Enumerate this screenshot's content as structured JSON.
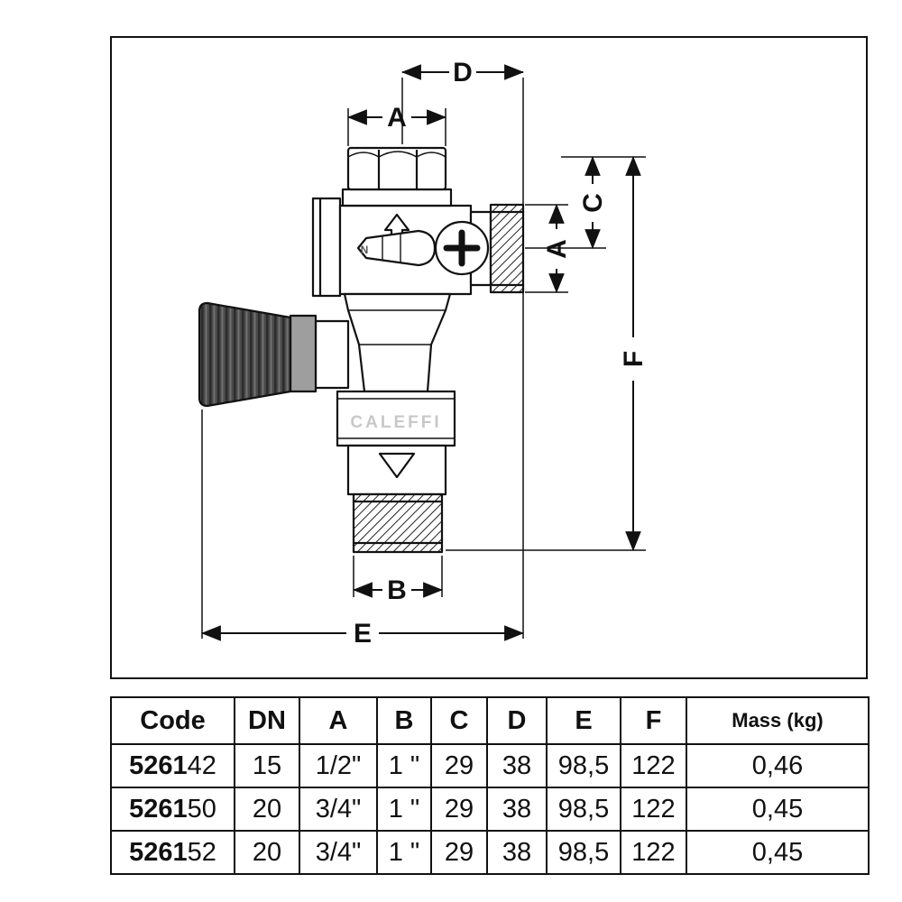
{
  "diagram": {
    "brand": "CALEFFI",
    "lever_mark": "N",
    "dims": {
      "a_top": "A",
      "a_side": "A",
      "b": "B",
      "c": "C",
      "d": "D",
      "e": "E",
      "f": "F"
    }
  },
  "table": {
    "headers": [
      "Code",
      "DN",
      "A",
      "B",
      "C",
      "D",
      "E",
      "F",
      "Mass (kg)"
    ],
    "rows": [
      {
        "code_prefix": "5261",
        "code_suffix": "42",
        "dn": "15",
        "a": "1/2\"",
        "b": "1 \"",
        "c": "29",
        "d": "38",
        "e": "98,5",
        "f": "122",
        "mass": "0,46"
      },
      {
        "code_prefix": "5261",
        "code_suffix": "50",
        "dn": "20",
        "a": "3/4\"",
        "b": "1 \"",
        "c": "29",
        "d": "38",
        "e": "98,5",
        "f": "122",
        "mass": "0,45"
      },
      {
        "code_prefix": "5261",
        "code_suffix": "52",
        "dn": "20",
        "a": "3/4\"",
        "b": "1 \"",
        "c": "29",
        "d": "38",
        "e": "98,5",
        "f": "122",
        "mass": "0,45"
      }
    ]
  }
}
